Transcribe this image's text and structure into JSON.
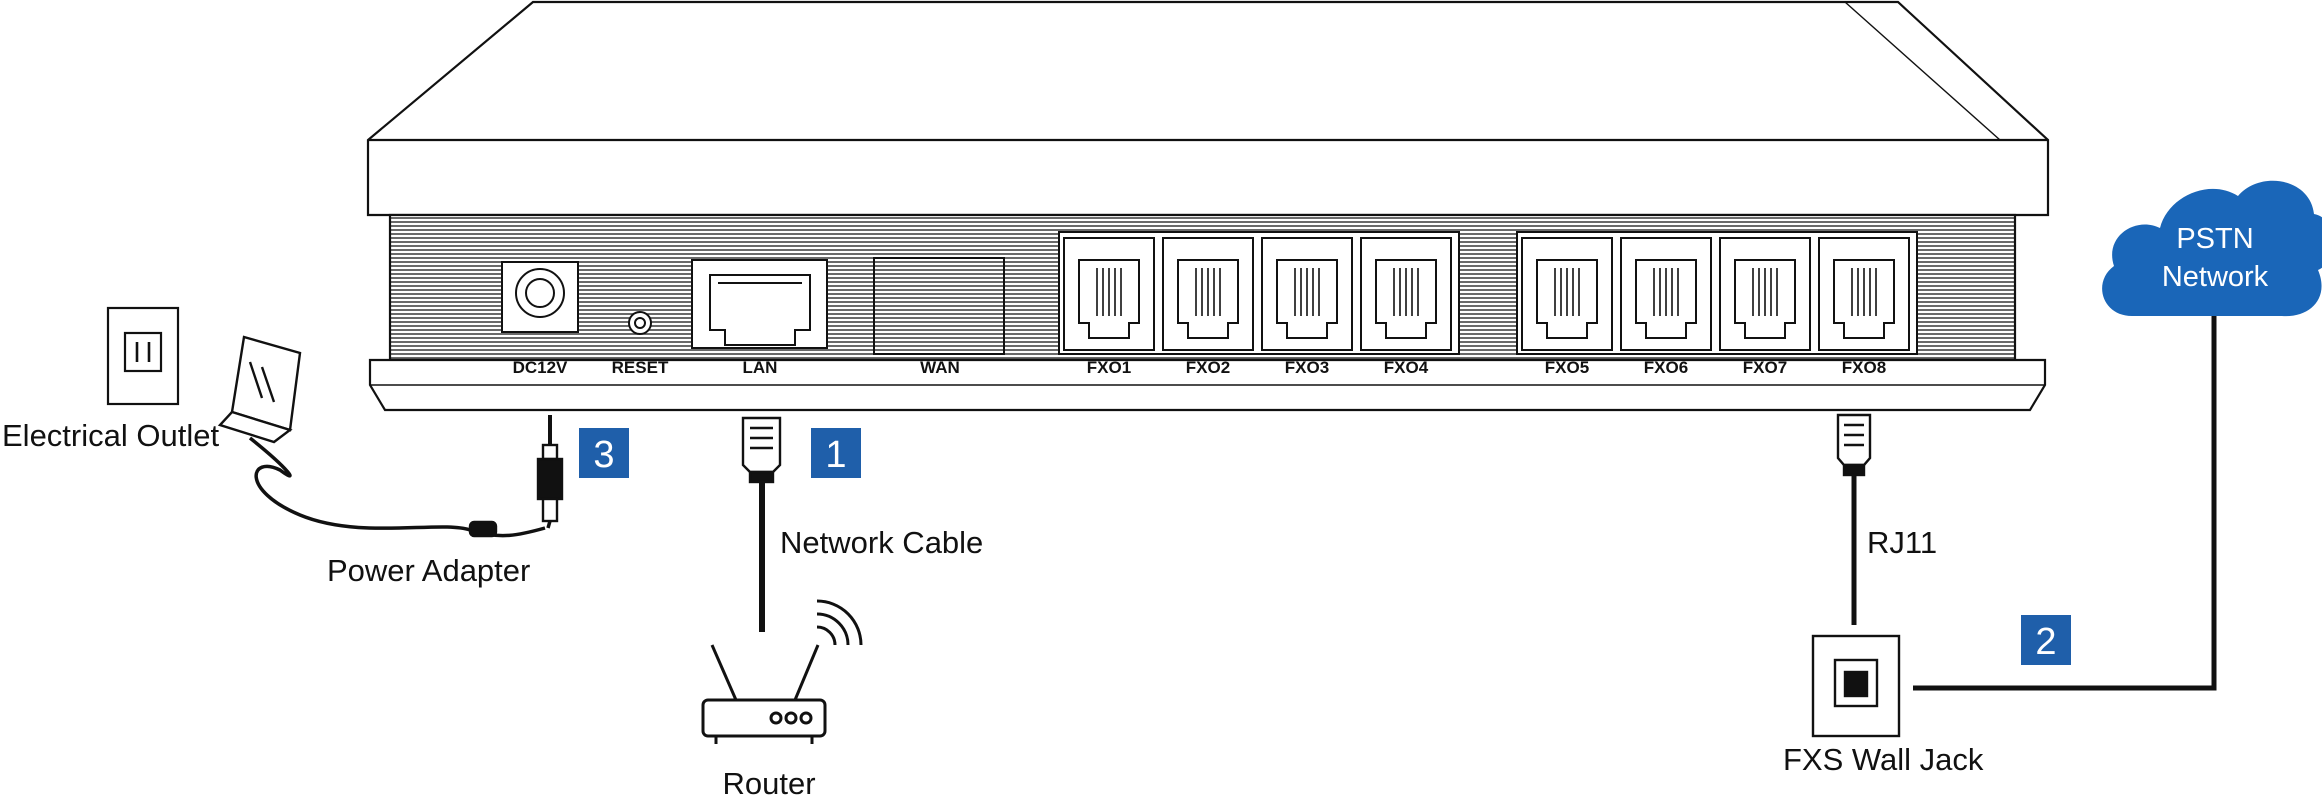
{
  "device": {
    "ports": {
      "dc": "DC12V",
      "reset": "RESET",
      "lan": "LAN",
      "wan": "WAN",
      "fxo": [
        "FXO1",
        "FXO2",
        "FXO3",
        "FXO4",
        "FXO5",
        "FXO6",
        "FXO7",
        "FXO8"
      ]
    }
  },
  "labels": {
    "electrical_outlet": "Electrical Outlet",
    "power_adapter": "Power Adapter",
    "network_cable": "Network Cable",
    "router": "Router",
    "rj11": "RJ11",
    "fxs_wall_jack": "FXS Wall Jack",
    "pstn_line1": "PSTN",
    "pstn_line2": "Network"
  },
  "steps": [
    "1",
    "2",
    "3"
  ],
  "colors": {
    "badge": "#1f5faa",
    "cloud": "#1a66b8",
    "line": "#111111"
  }
}
